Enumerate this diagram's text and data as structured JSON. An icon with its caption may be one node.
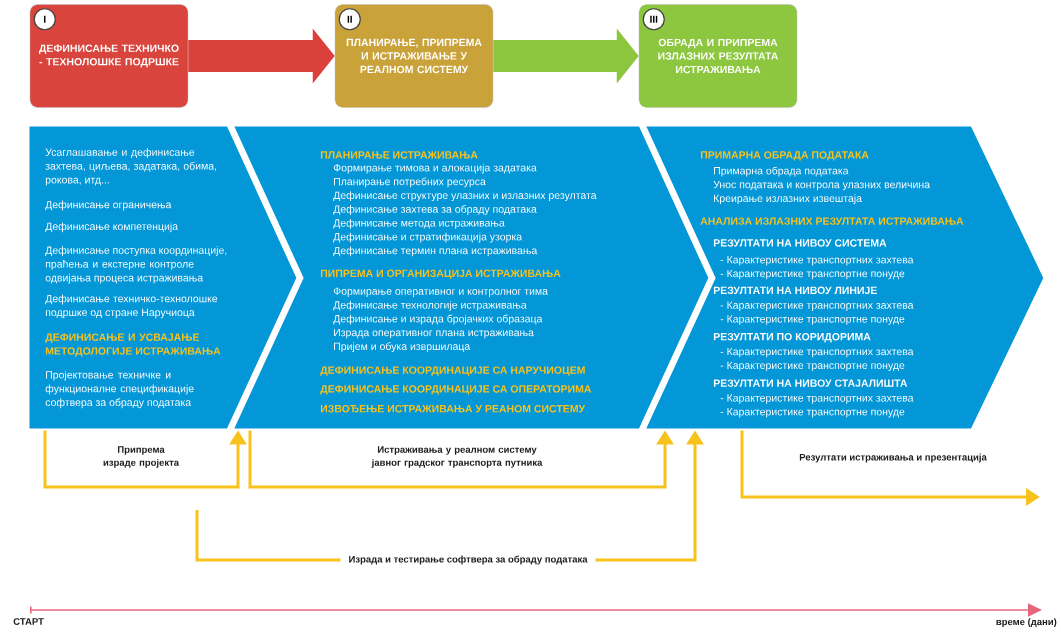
{
  "diagram": {
    "nodes": [
      {
        "text": [
          "I",
          "ДЕФИНИСАЊЕ ТЕХНИЧКО - ТЕХНОЛОШКЕ ПОДРШКЕ"
        ]
      },
      {
        "text": [
          "II",
          "ПЛАНИРАЊЕ, ПРИПРЕМА И ИСТРАЖИВАЊЕ У РЕАЛНОМ СИСТЕМУ"
        ]
      },
      {
        "text": [
          "III",
          "ОБРАДА И ПРИПРЕМА ИЗЛАЗНИХ РЕЗУЛТАТА ИСТРАЖИВАЊА"
        ]
      },
      {
        "text": [
          "Усаглашавање и дефинисање захтева, циљева, задатака, обима, рокова, итд...",
          "Дефинисање ограничења",
          "Дефинисање компетенција",
          "Дефинисање поступка координације, праћења и екстерне контроле одвијања процеса истраживања",
          "Дефинисање техничко-технолошке подршке од стране Наручиоца",
          "ДЕФИНИСАЊЕ И УСВАЈАЊЕ МЕТОДОЛОГИЈЕ ИСТРАЖИВАЊА",
          "Пројектовање техничке и функционалне спецификације софтвера за обраду података"
        ]
      },
      {
        "text": [
          "ПЛАНИРАЊЕ ИСТРАЖИВАЊА",
          "Формирање тимова и алокација задатака",
          "Планирање потребних ресурса",
          "Дефинисање структуре улазних и излазних резултата",
          "Дефинисање захтева за обраду података",
          "Дефинисање метода истраживања",
          "Дефинисање и стратификација узорка",
          "Дефинисање термин плана истраживања",
          "ПИПРЕМА И ОРГАНИЗАЦИЈА ИСТРАЖИВАЊА",
          "Формирање оперативног и контролног тима",
          "Дефинисање технологије истраживања",
          "Дефинисање и израда бројачких образаца",
          "Израда оперативног плана истраживања",
          "Пријем и обука извршилаца",
          "ДЕФИНИСАЊЕ КООРДИНАЦИЈЕ СА НАРУЧИОЦЕМ",
          "ДЕФИНИСАЊЕ КООРДИНАЦИЈЕ СА ОПЕРАТОРИМА",
          "ИЗВОЂЕЊЕ ИСТРАЖИВАЊА У РЕАНОМ СИСТЕМУ"
        ]
      },
      {
        "text": [
          "ПРИМАРНА ОБРАДА ПОДАТАКА",
          "Примарна обрада података",
          "Унос података и контрола улазних величина",
          "Креирање излазних извештаја",
          "АНАЛИЗА ИЗЛАЗНИХ РЕЗУЛТАТА ИСТРАЖИВАЊА",
          "РЕЗУЛТАТИ НА НИВОУ СИСТЕМА",
          "- Карактеристике транспортних захтева",
          "- Карактеристике транспортне понуде",
          "РЕЗУЛТАТИ НА НИВОУ ЛИНИЈЕ",
          "- Карактеристике транспортних захтева",
          "- Карактеристике транспортне понуде",
          "РЕЗУЛТАТИ ПО КОРИДОРИМА",
          "- Карактеристике транспортних захтева",
          "- Карактеристике транспортне понуде",
          "РЕЗУЛТАТИ НА НИВОУ СТАЈАЛИШТА",
          "- Карактеристике транспортних захтева",
          "- Карактеристике транспортне понуде"
        ]
      }
    ],
    "edges": [
      {
        "from": 0,
        "to": 1,
        "arrow": "to",
        "style": "thick",
        "color": "#d9413a"
      },
      {
        "from": 1,
        "to": 2,
        "arrow": "to",
        "style": "thick",
        "color": "#8cc63f"
      },
      {
        "from": 3,
        "to": 4,
        "arrow": "to",
        "label": "Припрема израде пројекта"
      },
      {
        "from": 4,
        "to": 5,
        "arrow": "to",
        "label": "Истраживања у реалном систему јавног градског транспорта путника"
      },
      {
        "from": 5,
        "to": null,
        "arrow": "to",
        "label": "Резултати истраживања и презентација"
      },
      {
        "from": null,
        "to": 5,
        "arrow": "to",
        "label": "Израда и тестирање софтвера за обраду података"
      }
    ],
    "labels": [
      "СТАРТ",
      "време (дани)"
    ]
  }
}
